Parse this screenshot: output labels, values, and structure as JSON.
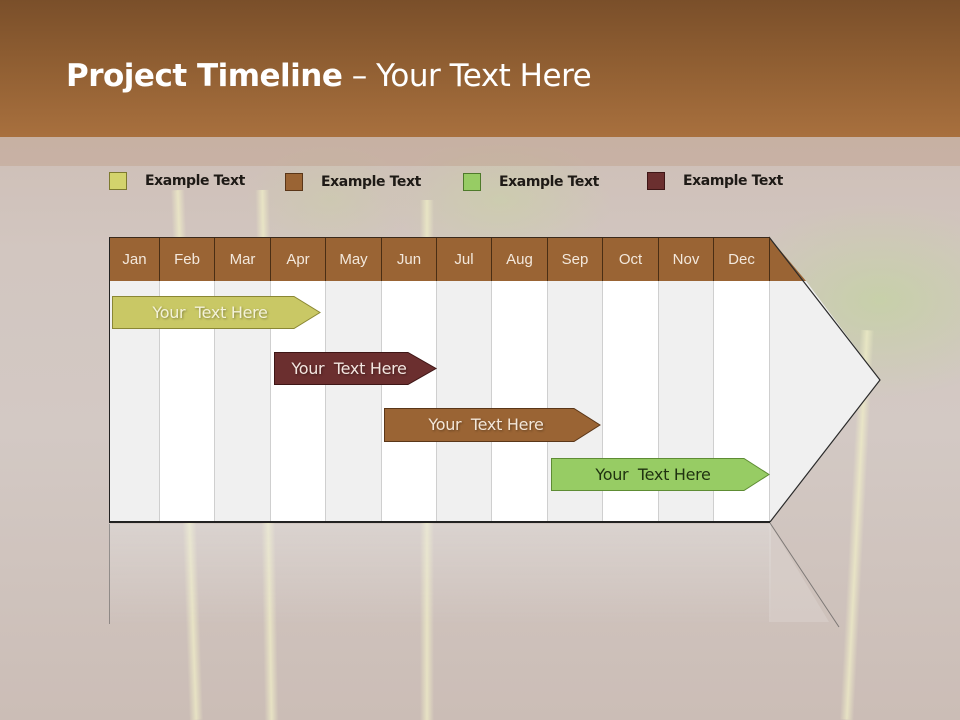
{
  "slide": {
    "title_bold": "Project Timeline",
    "title_rest": " – Your Text Here"
  },
  "legend": [
    {
      "label": "Example Text",
      "color": "#d3d36c",
      "border": "#7d7a2e"
    },
    {
      "label": "Example Text",
      "color": "#9a6434",
      "border": "#5a3618"
    },
    {
      "label": "Example Text",
      "color": "#97cc64",
      "border": "#4e7a2a"
    },
    {
      "label": "Example Text",
      "color": "#6b2f2f",
      "border": "#3e1616"
    }
  ],
  "colors": {
    "header_top": "#7a4f2a",
    "header_bottom": "#a8703e",
    "month_header": "#9a6434",
    "column_light": "#f0f0f0",
    "column_white": "#ffffff"
  },
  "chart_data": {
    "type": "gantt",
    "title": "Project Timeline – Your Text Here",
    "categories": [
      "Jan",
      "Feb",
      "Mar",
      "Apr",
      "May",
      "Jun",
      "Jul",
      "Aug",
      "Sep",
      "Oct",
      "Nov",
      "Dec"
    ],
    "legend": [
      "Example Text",
      "Example Text",
      "Example Text",
      "Example Text"
    ],
    "tasks": [
      {
        "label": "Your  Text Here",
        "start_month": "Jan",
        "end_month": "Apr",
        "start": 0.05,
        "end": 3.8,
        "color": "#c9c865",
        "text_color": "#f4f2d8"
      },
      {
        "label": "Your  Text Here",
        "start_month": "Apr",
        "end_month": "Jun",
        "start": 3.05,
        "end": 6.0,
        "color": "#6b2f2f",
        "text_color": "#f3e6e0"
      },
      {
        "label": "Your  Text Here",
        "start_month": "Jun",
        "end_month": "Sep",
        "start": 5.05,
        "end": 9.0,
        "color": "#9a6434",
        "text_color": "#f3e6d8"
      },
      {
        "label": "Your  Text Here",
        "start_month": "Sep",
        "end_month": "Dec",
        "start": 8.05,
        "end": 12.0,
        "color": "#97cc64",
        "text_color": "#1f3210"
      }
    ],
    "grid": true,
    "legend_position": "top"
  }
}
